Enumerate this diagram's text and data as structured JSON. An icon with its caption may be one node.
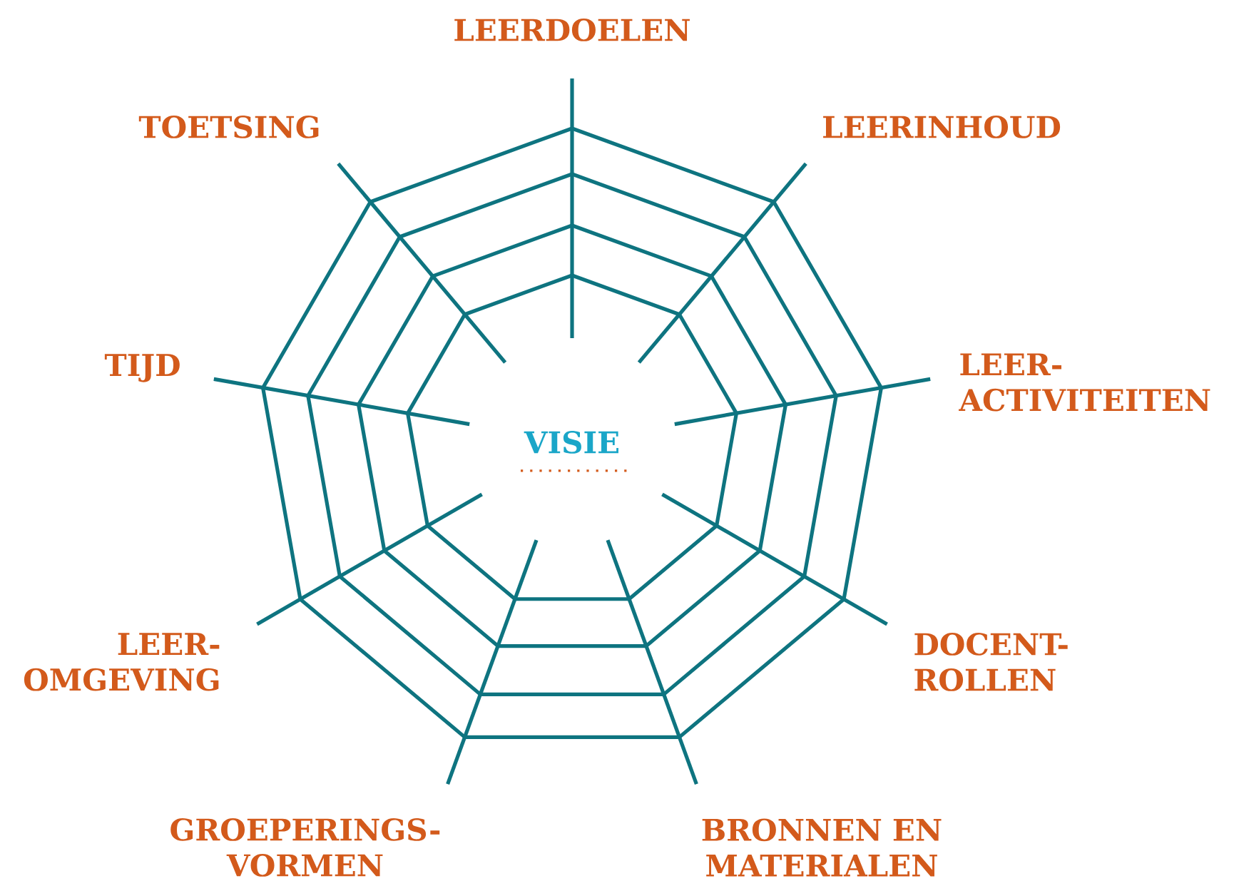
{
  "diagram": {
    "labels": [
      "LEERDOELEN",
      "TOETSING",
      "LEERINHOUD",
      "TIJD",
      "VISIE",
      "LEER- ACTIVITEITEN",
      "LEER- OMGEVING",
      "DOCENT- ROLLEN",
      "GROEPERINGS- VORMEN",
      "BRONNEN EN MATERIALEN"
    ]
  }
}
